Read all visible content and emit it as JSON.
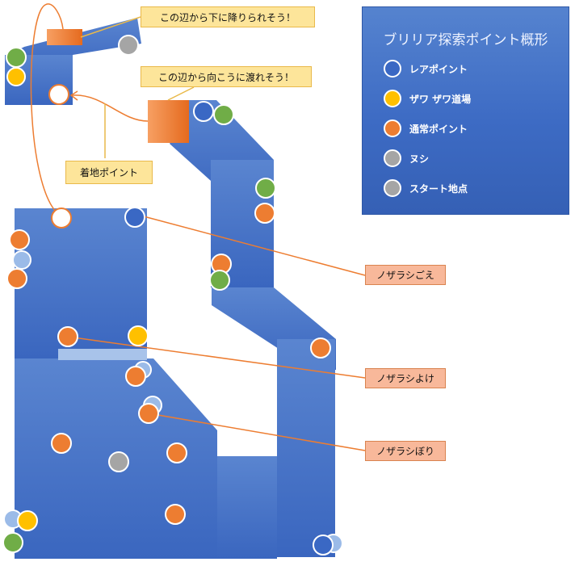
{
  "legend": {
    "title": "ブリリア探索ポイント概形",
    "items": [
      {
        "label": "レアポイント",
        "color": "#3a68c4"
      },
      {
        "label": "ザワ ザワ道場",
        "color": "#ffc000"
      },
      {
        "label": "通常ポイント",
        "color": "#ed7d31"
      },
      {
        "label": "ヌシ",
        "color": "#a5a5a5"
      },
      {
        "label": "スタート地点",
        "color": "#a5a5a5"
      }
    ]
  },
  "callouts": {
    "descend": "この辺から下に降りられそう！",
    "cross": "この辺から向こうに渡れそう！",
    "landing": "着地ポイント",
    "noz_koe": "ノザラシごえ",
    "noz_yoke": "ノザラシよけ",
    "noz_bori": "ノザラシぼり"
  },
  "colors": {
    "map_blue": "#4472c4",
    "orange": "#ed7d31",
    "yellow": "#ffc000",
    "green": "#70ad47",
    "gray": "#a5a5a5",
    "callout_yellow": "#fde59a",
    "callout_salmon": "#f8b89a"
  }
}
